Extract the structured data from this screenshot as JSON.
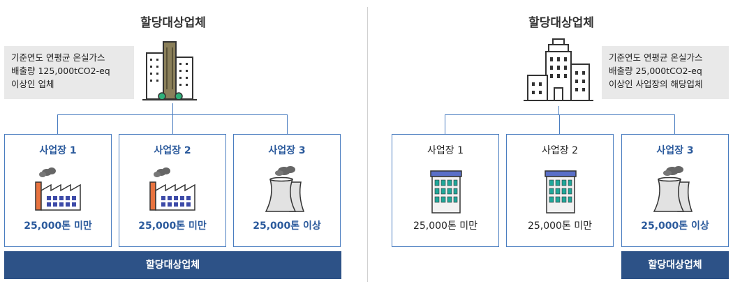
{
  "left": {
    "title": "할당대상업체",
    "desc": [
      "기준연도 연평균 온실가스",
      "배출량 125,000tCO2-eq",
      "이상인 업체"
    ],
    "sites": [
      {
        "label": "사업장 1",
        "amount": "25,000톤 미만",
        "icon": "factory-icon"
      },
      {
        "label": "사업장 2",
        "amount": "25,000톤 미만",
        "icon": "factory-icon"
      },
      {
        "label": "사업장 3",
        "amount": "25,000톤 이상",
        "icon": "cooling-tower-icon"
      }
    ],
    "bar": "할당대상업체"
  },
  "right": {
    "title": "할당대상업체",
    "desc": [
      "기준연도 연평균 온실가스",
      "배출량 25,000tCO2-eq",
      "이상인 사업장의 해당업체"
    ],
    "sites": [
      {
        "label": "사업장 1",
        "amount": "25,000톤 미만",
        "icon": "office-building-icon"
      },
      {
        "label": "사업장 2",
        "amount": "25,000톤 미만",
        "icon": "office-building-icon"
      },
      {
        "label": "사업장 3",
        "amount": "25,000톤 이상",
        "icon": "cooling-tower-icon"
      }
    ],
    "bar": "할당대상업체"
  },
  "colors": {
    "accent": "#2b5a9c",
    "bar": "#2d5287",
    "line": "#4a7dc0",
    "descBg": "#e9e9e9"
  }
}
